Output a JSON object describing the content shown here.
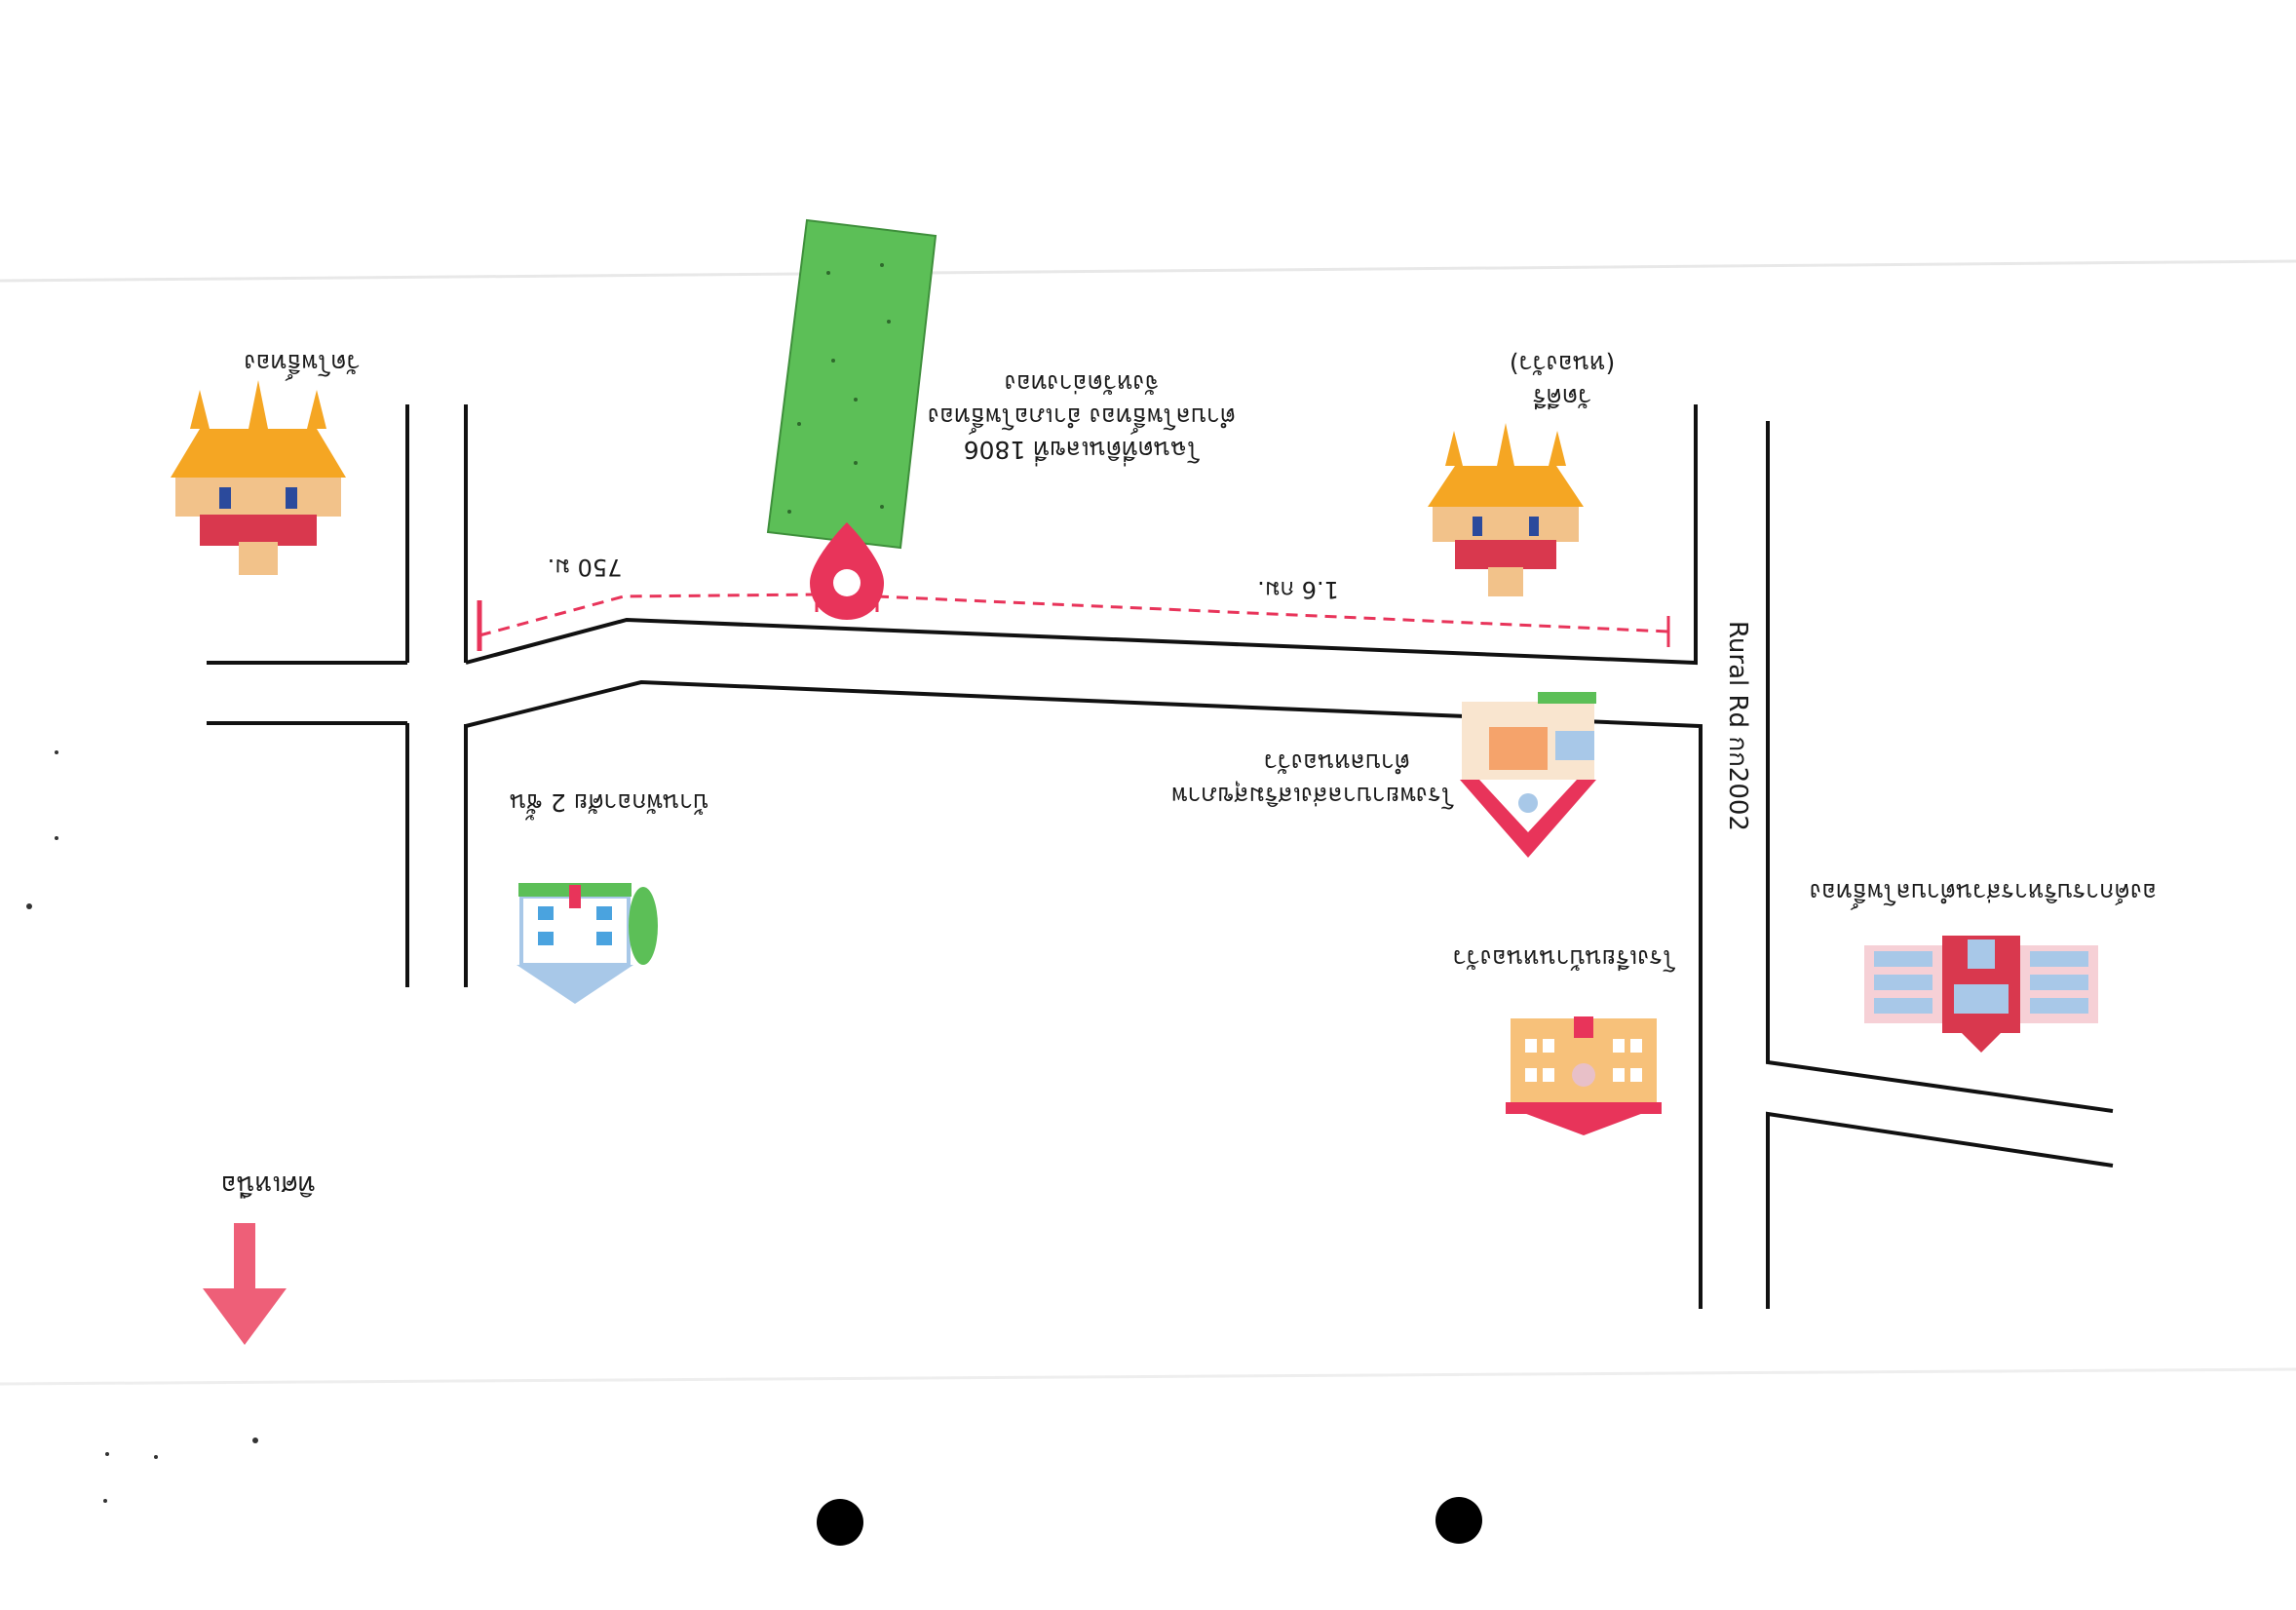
{
  "map": {
    "orientation": "upside-down scan (rotated 180 degrees)",
    "accent_color": "#e8345a",
    "road_color": "#111111",
    "plot_color": "#5cbf57",
    "road_name": "Rural Rd กก2002",
    "target": {
      "lines": [
        "โฉนดที่ดินเลขที่ 1806",
        "ตำบลโพธิ์ทอง อำเภอโพธิ์ทอง",
        "จังหวัดอ่างทอง"
      ]
    },
    "distances": {
      "left": "750 ม.",
      "right": "1.6 กม."
    },
    "north_label": "ทิศเหนือ",
    "landmarks": {
      "temple_left": "วัดโพธิ์ทอง",
      "temple_right_line1": "วัดคีรี",
      "temple_right_line2": "(หนองวัว)",
      "school_top": "โรงเรียนบ้านหนองวัว",
      "health_center_line1": "โรงพยาบาลส่งเสริมสุขภาพ",
      "health_center_line2": "ตำบลหนองวัว",
      "house_left": "บ้านพักอาศัย 2 ชั้น",
      "office_bottom": "องค์การบริหารส่วนตำบลโพธิ์ทอง"
    }
  }
}
